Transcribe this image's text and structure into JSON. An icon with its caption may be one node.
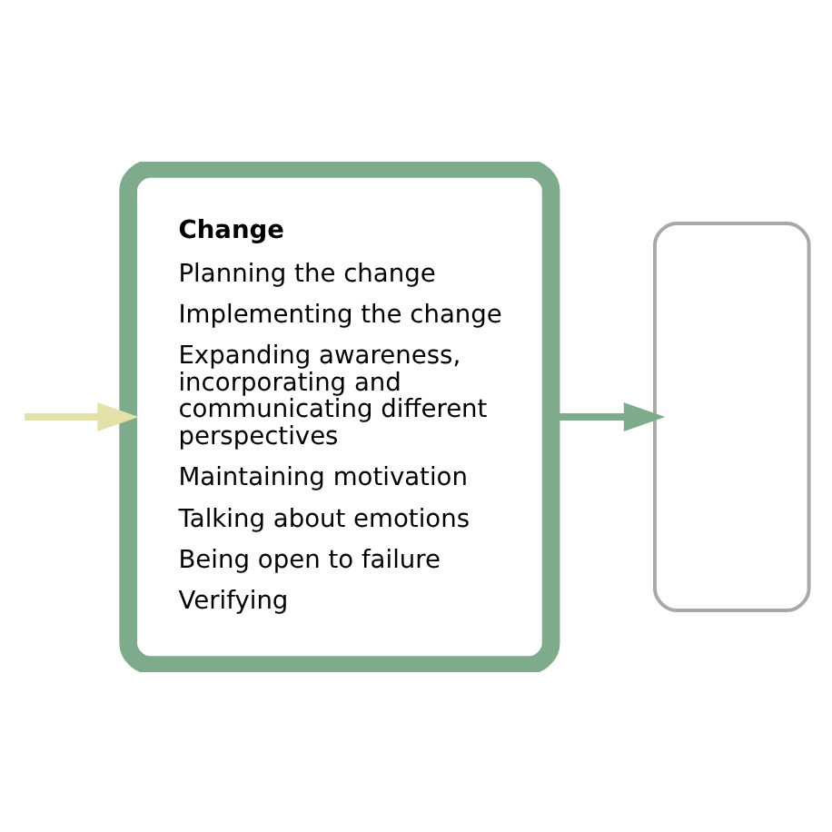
{
  "diagram": {
    "nodes": [
      {
        "text": [
          "Change",
          "Planning the change",
          "Implementing the change",
          "Expanding awareness, incorporating and communicating different perspectives",
          "Maintaining motivation",
          "Talking about emotions",
          "Being open to failure",
          "Verifying"
        ]
      },
      {
        "text": [],
        "shape": "box"
      }
    ],
    "edges": [
      {
        "from": null,
        "to": 0,
        "arrow": "to",
        "color": "#e3e1a9"
      },
      {
        "from": 0,
        "to": 1,
        "arrow": "to",
        "color": "#7fab8d"
      }
    ]
  }
}
